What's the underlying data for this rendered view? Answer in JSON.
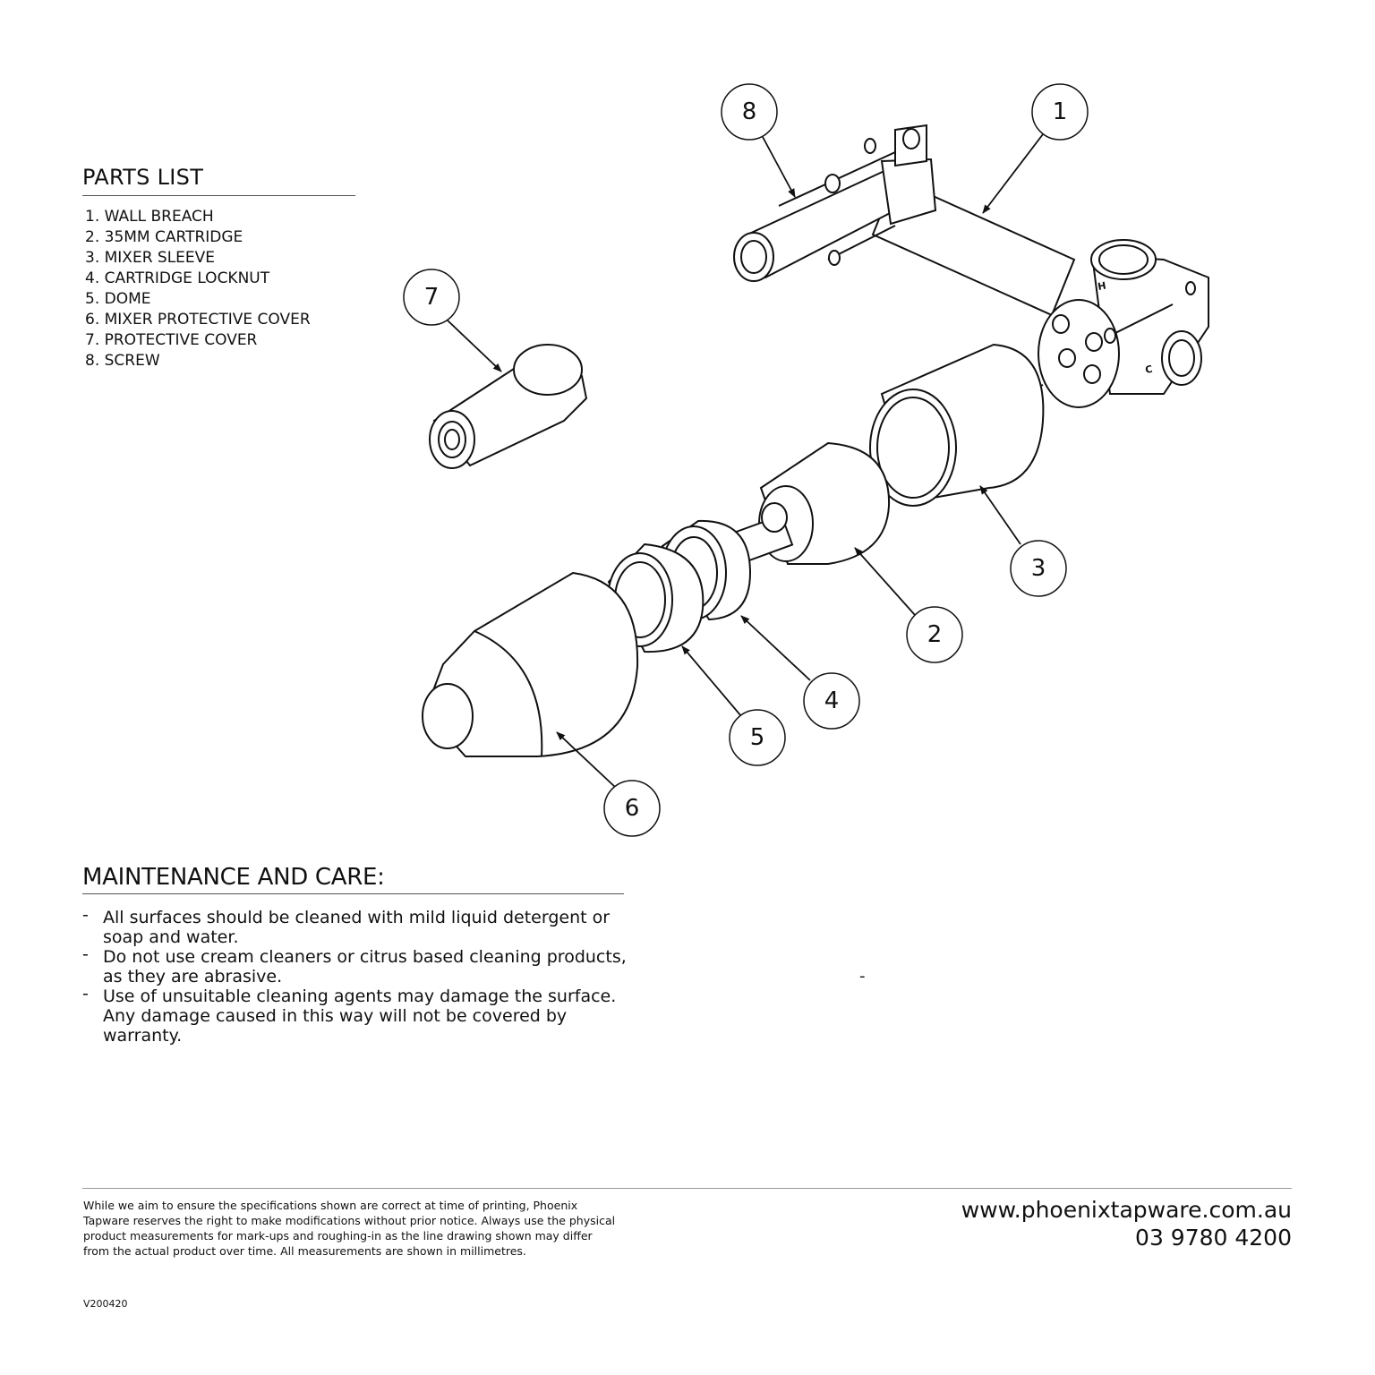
{
  "parts_list": {
    "title": "PARTS LIST",
    "items": [
      "1. WALL BREACH",
      "2. 35MM CARTRIDGE",
      "3. MIXER SLEEVE",
      "4. CARTRIDGE LOCKNUT",
      "5. DOME",
      "6. MIXER PROTECTIVE COVER",
      "7. PROTECTIVE COVER",
      "8. SCREW"
    ]
  },
  "maintenance": {
    "title": "MAINTENANCE AND CARE:",
    "dash": "-",
    "items": [
      "All surfaces should be cleaned with mild liquid detergent or soap and water.",
      "Do not use cream cleaners or citrus based cleaning products, as they are abrasive.",
      "Use of unsuitable cleaning agents may damage the surface. Any damage caused in this way will not be covered by warranty."
    ]
  },
  "stray_mark": "-",
  "diagram": {
    "callouts": [
      "1",
      "2",
      "3",
      "4",
      "5",
      "6",
      "7",
      "8"
    ],
    "labels": {
      "hot": "H",
      "cold": "C"
    }
  },
  "footer": {
    "disclaimer": "While we aim to ensure the specifications shown are correct at time of printing, Phoenix Tapware reserves the right to make modifications without prior notice. Always use the physical product measurements for mark-ups and roughing-in as the line drawing shown may differ from the actual product over time. All measurements are shown in millimetres.",
    "website": "www.phoenixtapware.com.au",
    "phone": "03 9780 4200",
    "version": "V200420"
  }
}
